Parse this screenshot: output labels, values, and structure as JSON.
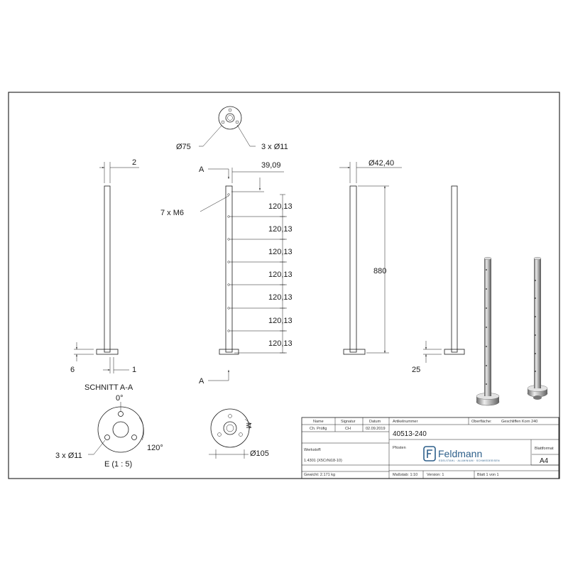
{
  "top_view": {
    "diameter": "Ø75",
    "holes": "3 x Ø11"
  },
  "side_view_1": {
    "wall": "2",
    "base_thickness": "6",
    "offset": "1"
  },
  "section_marker": "A",
  "front_view": {
    "top_offset": "39,09",
    "thread_note": "7 x M6",
    "spacing": [
      "120,13",
      "120,13",
      "120,13",
      "120,13",
      "120,13",
      "120,13",
      "120,13"
    ]
  },
  "side_view_2": {
    "tube_diameter": "Ø42,40",
    "height": "880"
  },
  "side_view_3": {
    "base_height": "25"
  },
  "section_view": {
    "title": "SCHNITT A-A",
    "angle_zero": "0°",
    "angle": "120°",
    "holes": "3 x Ø11",
    "detail": "E (1 : 5)"
  },
  "base_view": {
    "diameter": "Ø105",
    "mark": "M"
  },
  "title_block": {
    "header_name": "Name",
    "header_signature": "Signatur",
    "header_date": "Datum",
    "header_article": "Artikelnummer",
    "surface_label": "Oberfläche:",
    "surface_value": "Geschliffen Korn 240",
    "row_name": "Ch. Prüfig",
    "row_sig": "CH",
    "row_date": "02.09.2019",
    "article_number": "40513-240",
    "material_label": "Werkstoff:",
    "designation_label": "Pfosten",
    "material_value": "1.4301 (X5CrNi18-10)",
    "format_label": "Blattformat",
    "format_value": "A4",
    "weight": "Gewicht: 2.171 kg",
    "scale": "Maßstab: 1:10",
    "version": "Version: 1",
    "sheet": "Blatt 1 von 1",
    "logo_name": "Feldmann",
    "logo_tagline": "EDELSTAHL · ALUMINIUM · SCHMIEDEEISEN"
  },
  "colors": {
    "line": "#1a1a1a",
    "logo": "#2d5f8a",
    "metal_light": "#e6e6e6",
    "metal_dark": "#6f6f6f"
  }
}
